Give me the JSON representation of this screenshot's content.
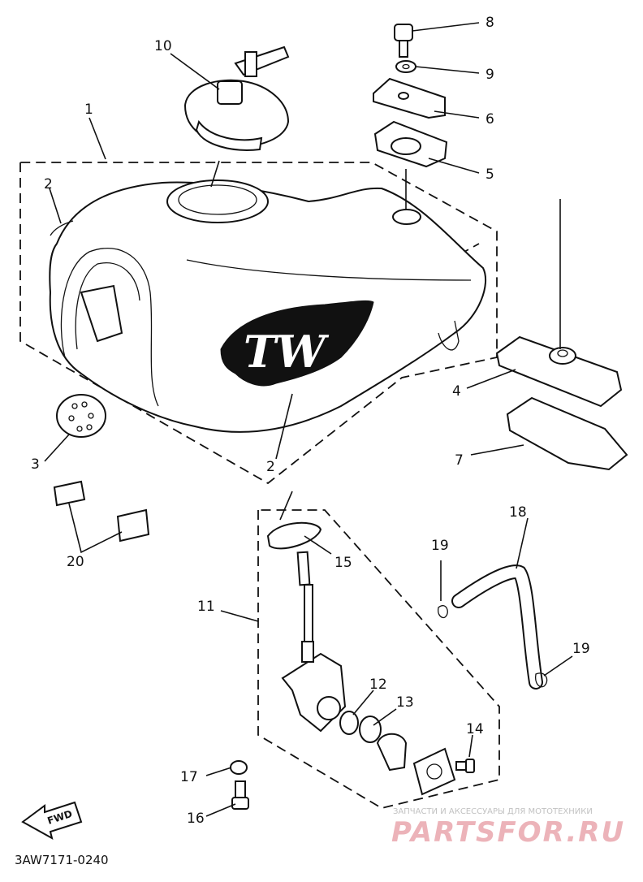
{
  "callouts": {
    "c1": "1",
    "c2a": "2",
    "c2b": "2",
    "c3": "3",
    "c4": "4",
    "c5": "5",
    "c6": "6",
    "c7": "7",
    "c8": "8",
    "c9": "9",
    "c10": "10",
    "c11": "11",
    "c12": "12",
    "c13": "13",
    "c14": "14",
    "c15": "15",
    "c16": "16",
    "c17": "17",
    "c18": "18",
    "c19a": "19",
    "c19b": "19",
    "c20": "20"
  },
  "diagram_code": "3AW7171-0240",
  "fwd_label": "FWD",
  "tank_logo": "TW",
  "watermark": {
    "top": "ЗАПЧАСТИ И АКСЕССУАРЫ ДЛЯ МОТОТЕХНИКИ",
    "brand": "PARTSFOR.RU"
  }
}
